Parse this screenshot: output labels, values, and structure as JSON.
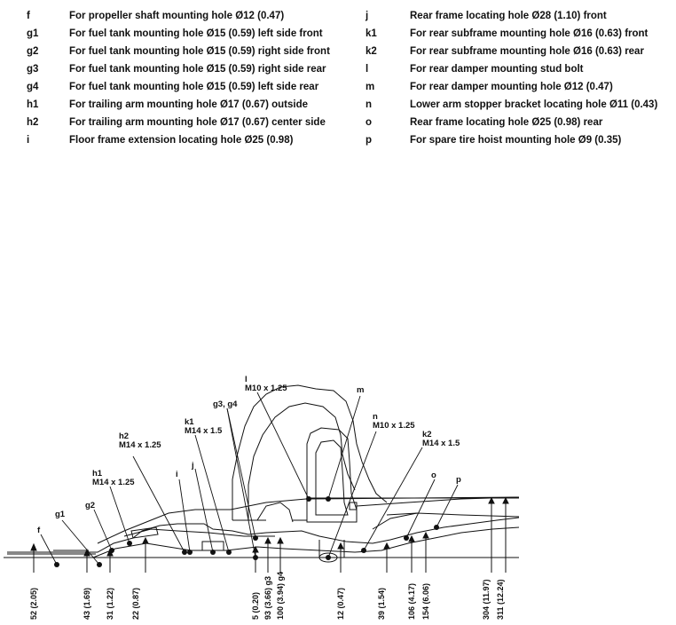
{
  "legend": {
    "left": [
      {
        "key": "f",
        "text": "For propeller shaft mounting hole Ø12 (0.47)"
      },
      {
        "key": "g1",
        "text": "For fuel tank mounting hole Ø15 (0.59) left side front"
      },
      {
        "key": "g2",
        "text": "For fuel tank mounting hole Ø15 (0.59) right side front"
      },
      {
        "key": "g3",
        "text": "For fuel tank mounting hole Ø15 (0.59) right side rear"
      },
      {
        "key": "g4",
        "text": "For fuel tank mounting hole Ø15 (0.59) left side rear"
      },
      {
        "key": "h1",
        "text": "For trailing arm mounting hole Ø17 (0.67) outside"
      },
      {
        "key": "h2",
        "text": "For trailing arm mounting hole Ø17 (0.67) center side"
      },
      {
        "key": "i",
        "text": "Floor frame extension locating hole Ø25 (0.98)"
      }
    ],
    "right": [
      {
        "key": "j",
        "text": "Rear frame locating hole Ø28 (1.10) front"
      },
      {
        "key": "k1",
        "text": "For rear subframe mounting hole Ø16 (0.63) front"
      },
      {
        "key": "k2",
        "text": "For rear subframe mounting hole Ø16 (0.63) rear"
      },
      {
        "key": "l",
        "text": "For rear damper mounting stud bolt"
      },
      {
        "key": "m",
        "text": "For rear damper mounting hole Ø12 (0.47)"
      },
      {
        "key": "n",
        "text": "Lower arm stopper bracket locating hole Ø11 (0.43)"
      },
      {
        "key": "o",
        "text": "Rear frame locating hole Ø25 (0.98) rear"
      },
      {
        "key": "p",
        "text": "For spare tire hoist mounting hole Ø9 (0.35)"
      }
    ]
  },
  "callouts": {
    "l": "l",
    "l_spec": "M10 x 1.25",
    "m": "m",
    "g3g4": "g3, g4",
    "n": "n",
    "n_spec": "M10 x 1.25",
    "k1": "k1",
    "k1_spec": "M14 x 1.5",
    "k2": "k2",
    "k2_spec": "M14 x 1.5",
    "h2": "h2",
    "h2_spec": "M14 x 1.25",
    "i": "i",
    "j": "j",
    "o": "o",
    "p": "p",
    "h1": "h1",
    "h1_spec": "M14 x 1.25",
    "g2": "g2",
    "g1": "g1",
    "f": "f"
  },
  "dimensions": {
    "d52": "52 (2.05)",
    "d43": "43 (1.69)",
    "d31": "31 (1.22)",
    "d22": "22 (0.87)",
    "d5": "5 (0.20)",
    "d93": "93 (3.66) g3",
    "d100": "100 (3.94) g4",
    "d12": "12 (0.47)",
    "d39": "39 (1.54)",
    "d106": "106 (4.17)",
    "d154": "154 (6.06)",
    "d304": "304 (11.97)",
    "d311": "311 (12.24)"
  }
}
